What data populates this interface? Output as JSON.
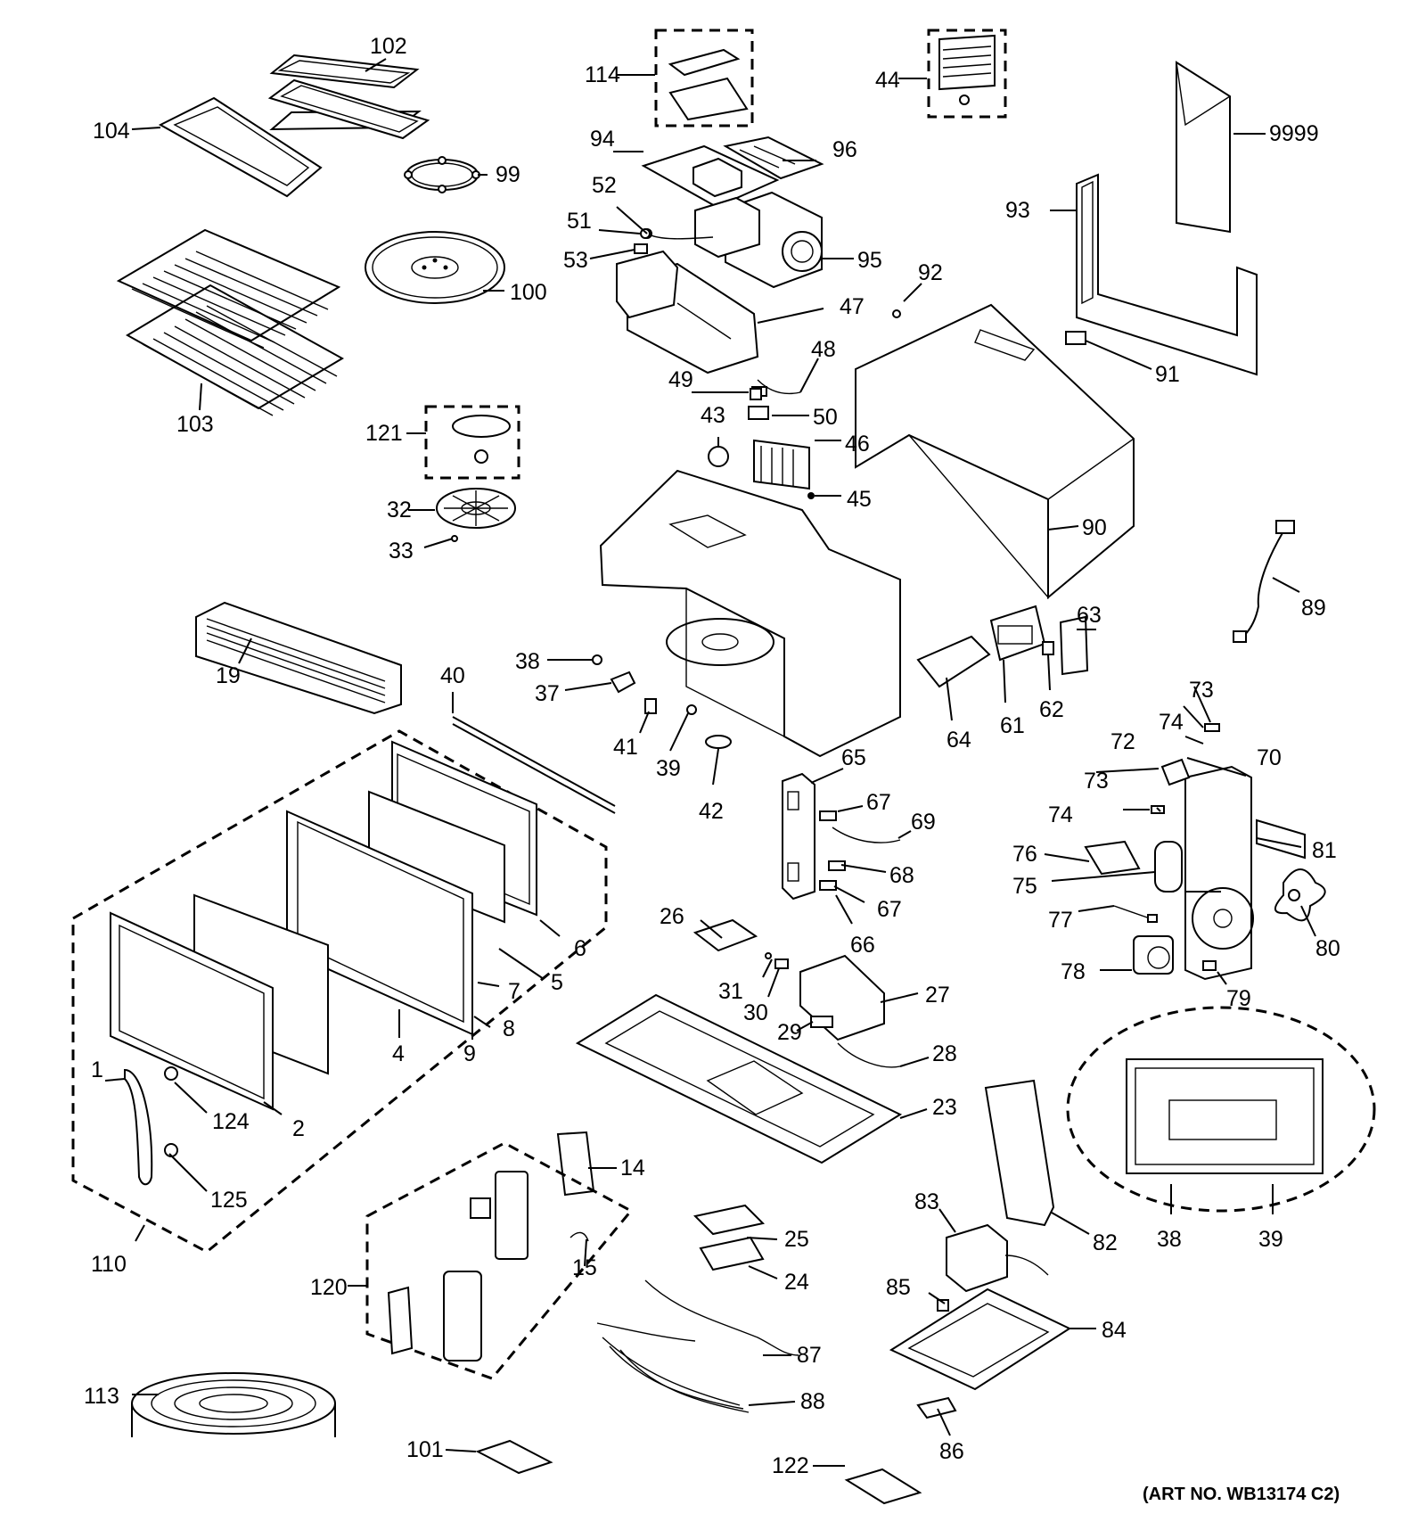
{
  "art_number": "(ART NO. WB13174 C2)",
  "parts": {
    "p1": "1",
    "p2": "2",
    "p4": "4",
    "p5": "5",
    "p6": "6",
    "p7": "7",
    "p8": "8",
    "p9": "9",
    "p14": "14",
    "p15": "15",
    "p19": "19",
    "p23": "23",
    "p24": "24",
    "p25": "25",
    "p26": "26",
    "p27": "27",
    "p28": "28",
    "p29": "29",
    "p30": "30",
    "p31": "31",
    "p32": "32",
    "p33": "33",
    "p37": "37",
    "p38": "38",
    "p38b": "38",
    "p39": "39",
    "p39b": "39",
    "p40": "40",
    "p41": "41",
    "p42": "42",
    "p43": "43",
    "p44": "44",
    "p45": "45",
    "p46": "46",
    "p47": "47",
    "p48": "48",
    "p49": "49",
    "p50": "50",
    "p51": "51",
    "p52": "52",
    "p53": "53",
    "p61": "61",
    "p62": "62",
    "p63": "63",
    "p64": "64",
    "p65": "65",
    "p66": "66",
    "p67": "67",
    "p67b": "67",
    "p68": "68",
    "p69": "69",
    "p70": "70",
    "p72": "72",
    "p73": "73",
    "p73b": "73",
    "p74": "74",
    "p74b": "74",
    "p75": "75",
    "p76": "76",
    "p77": "77",
    "p78": "78",
    "p79": "79",
    "p80": "80",
    "p81": "81",
    "p82": "82",
    "p83": "83",
    "p84": "84",
    "p85": "85",
    "p86": "86",
    "p87": "87",
    "p88": "88",
    "p89": "89",
    "p90": "90",
    "p91": "91",
    "p92": "92",
    "p93": "93",
    "p94": "94",
    "p95": "95",
    "p96": "96",
    "p99": "99",
    "p100": "100",
    "p101": "101",
    "p102": "102",
    "p103": "103",
    "p104": "104",
    "p110": "110",
    "p113": "113",
    "p114": "114",
    "p120": "120",
    "p121": "121",
    "p122": "122",
    "p124": "124",
    "p125": "125",
    "p9999": "9999"
  }
}
